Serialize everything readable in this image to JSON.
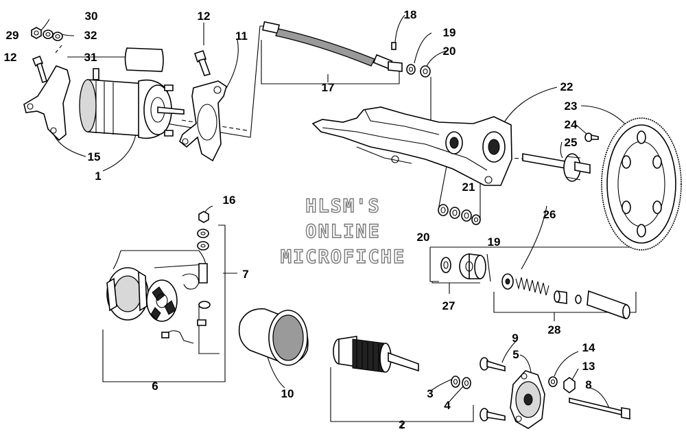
{
  "watermark": {
    "line1": "HLSM'S",
    "line2": "ONLINE",
    "line3": "MICROFICHE"
  },
  "callouts": {
    "c1": "1",
    "c2": "2",
    "c3": "3",
    "c4": "4",
    "c5": "5",
    "c6": "6",
    "c7": "7",
    "c8": "8",
    "c9": "9",
    "c10": "10",
    "c11": "11",
    "c12a": "12",
    "c12b": "12",
    "c13": "13",
    "c14": "14",
    "c15": "15",
    "c16": "16",
    "c17": "17",
    "c18": "18",
    "c19a": "19",
    "c19b": "19",
    "c20a": "20",
    "c20b": "20",
    "c21": "21",
    "c22": "22",
    "c23": "23",
    "c24": "24",
    "c25": "25",
    "c26": "26",
    "c27": "27",
    "c28": "28",
    "c29": "29",
    "c30": "30",
    "c31": "31",
    "c32": "32"
  }
}
